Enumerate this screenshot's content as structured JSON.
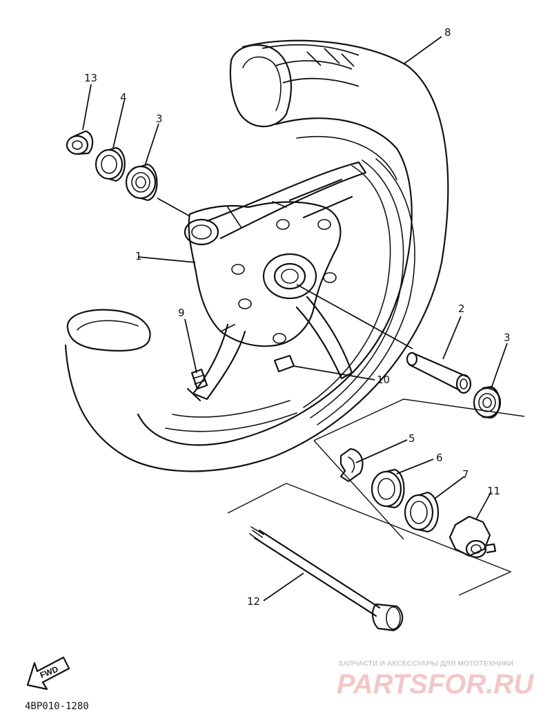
{
  "diagram": {
    "part_labels": {
      "p1": "1",
      "p2": "2",
      "p3a": "3",
      "p3b": "3",
      "p4": "4",
      "p5": "5",
      "p6": "6",
      "p7": "7",
      "p8": "8",
      "p9": "9",
      "p10": "10",
      "p11": "11",
      "p12": "12",
      "p13": "13"
    },
    "fwd_label": "FWD",
    "drawing_code": "4BP010-1280"
  },
  "watermark": {
    "tagline": "ЗАПЧАСТИ И АКСЕССУАРЫ ДЛЯ МОТОТЕХНИКИ",
    "logo": "PARTSFOR.RU"
  }
}
